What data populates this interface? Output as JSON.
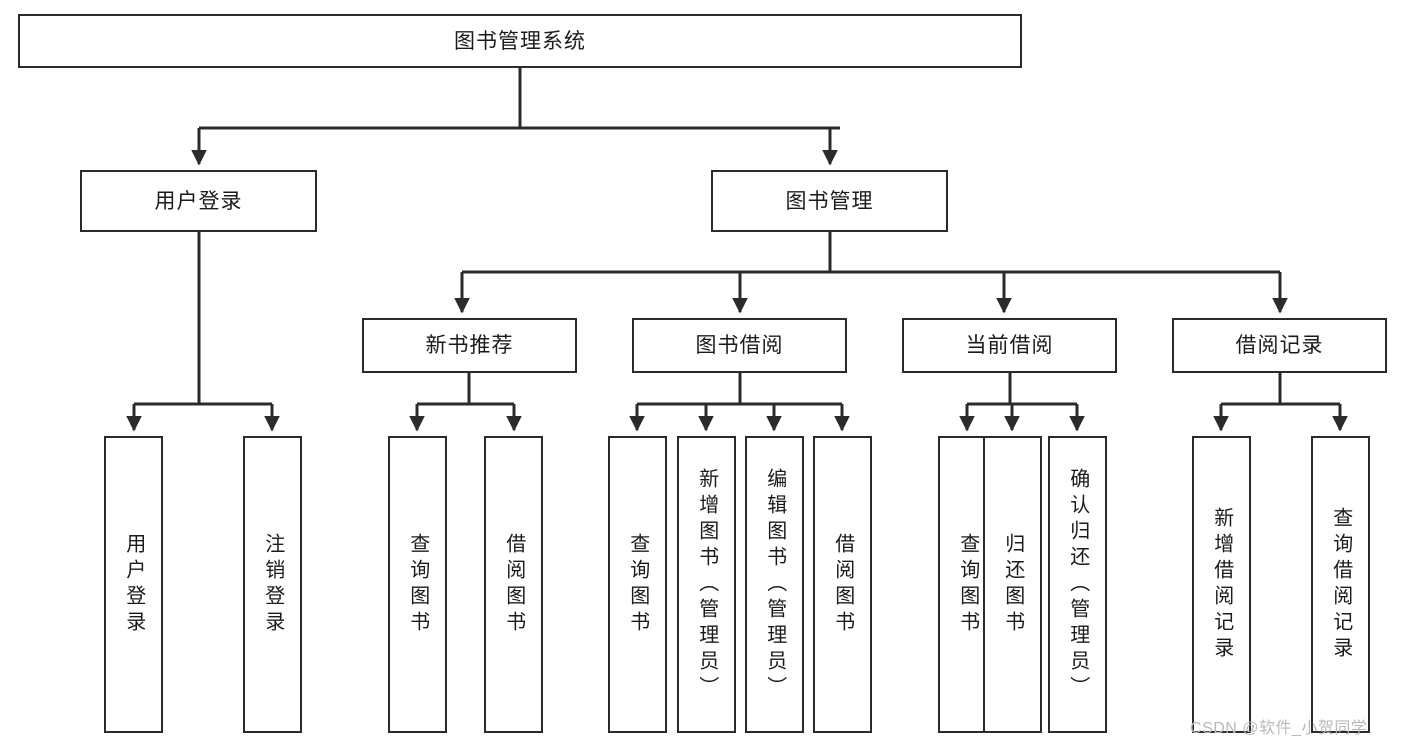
{
  "diagram": {
    "title": "图书管理系统",
    "type": "tree-hierarchy",
    "watermark": "CSDN @软件_小贺同学",
    "colors": {
      "box_border": "#2b2b2b",
      "box_fill": "#ffffff",
      "line": "#2b2b2b",
      "text": "#1b1b1b",
      "watermark": "#b9b9b9",
      "background": "#ffffff"
    }
  },
  "nodes": {
    "root": {
      "label": "图书管理系统"
    },
    "level2": [
      {
        "id": "login",
        "label": "用户登录"
      },
      {
        "id": "bookmgmt",
        "label": "图书管理"
      }
    ],
    "level3": [
      {
        "id": "newbook",
        "label": "新书推荐"
      },
      {
        "id": "borrow",
        "label": "图书借阅"
      },
      {
        "id": "current",
        "label": "当前借阅"
      },
      {
        "id": "record",
        "label": "借阅记录"
      }
    ],
    "leaves": [
      {
        "id": "login-in",
        "parent": "login",
        "label": "用户登录"
      },
      {
        "id": "login-out",
        "parent": "login",
        "label": "注销登录"
      },
      {
        "id": "newbook-query",
        "parent": "newbook",
        "label": "查询图书"
      },
      {
        "id": "newbook-borrow",
        "parent": "newbook",
        "label": "借阅图书"
      },
      {
        "id": "borrow-query",
        "parent": "borrow",
        "label": "查询图书"
      },
      {
        "id": "borrow-add",
        "parent": "borrow",
        "label": "新增图书（管理员）"
      },
      {
        "id": "borrow-edit",
        "parent": "borrow",
        "label": "编辑图书（管理员）"
      },
      {
        "id": "borrow-lend",
        "parent": "borrow",
        "label": "借阅图书"
      },
      {
        "id": "current-query",
        "parent": "current",
        "label": "查询图书"
      },
      {
        "id": "current-return",
        "parent": "current",
        "label": "归还图书"
      },
      {
        "id": "current-confirm",
        "parent": "current",
        "label": "确认归还（管理员）"
      },
      {
        "id": "record-add",
        "parent": "record",
        "label": "新增借阅记录"
      },
      {
        "id": "record-query",
        "parent": "record",
        "label": "查询借阅记录"
      }
    ]
  }
}
